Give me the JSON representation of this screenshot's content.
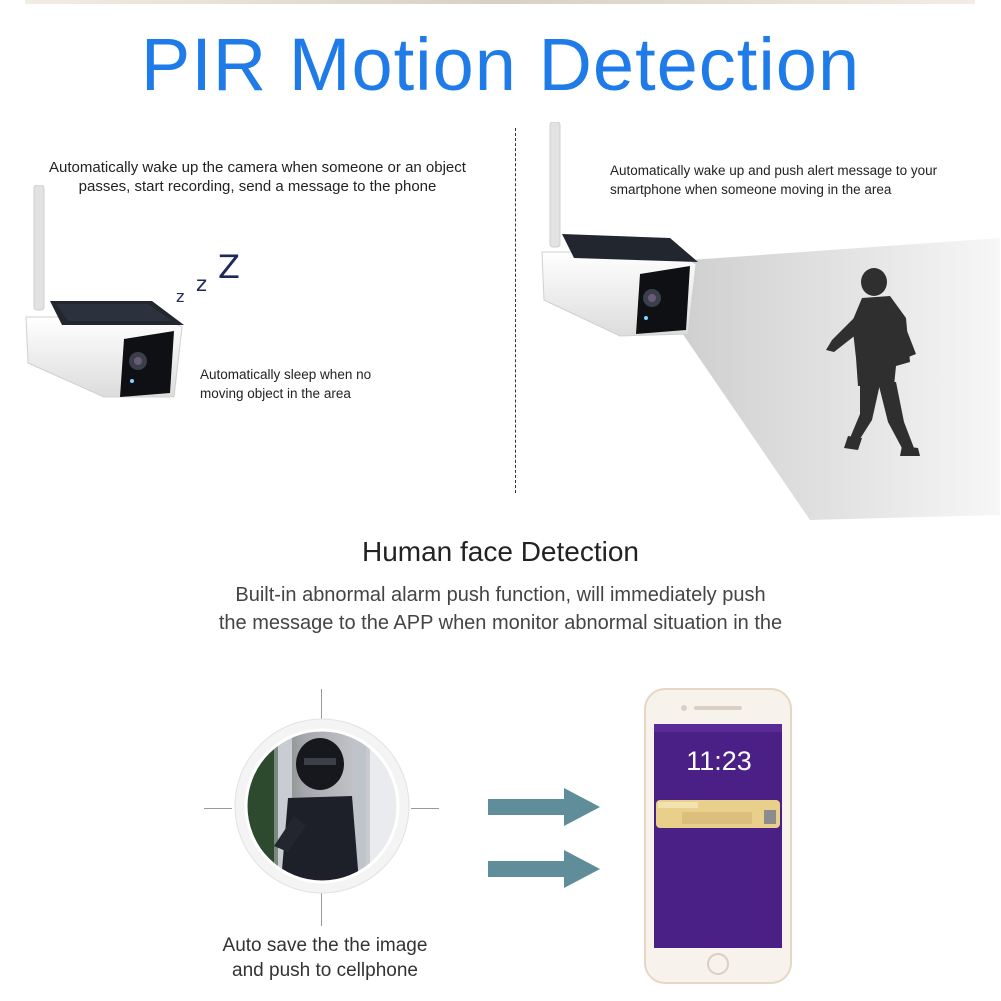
{
  "header": {
    "title": "PIR Motion Detection"
  },
  "pir": {
    "left_caption_line1": "Automatically wake up the camera when someone or an object",
    "left_caption_line2": "passes, start recording, send a message to the phone",
    "sleep_caption_line1": "Automatically sleep when no",
    "sleep_caption_line2": "moving object in the area",
    "sleep_letters": [
      "z",
      "z",
      "Z"
    ],
    "right_caption_line1": "Automatically wake up and push alert message to your",
    "right_caption_line2": "smartphone when someone moving in the area"
  },
  "face": {
    "heading": "Human face Detection",
    "desc_line1": "Built-in abnormal alarm push function, will immediately push",
    "desc_line2": "the message to the APP when monitor abnormal situation in the",
    "caption_line1": "Auto save the the image",
    "caption_line2": "and push to cellphone",
    "phone_time": "11:23"
  },
  "colors": {
    "title_blue": "#1f7be8",
    "arrow_teal": "#5f8e9a",
    "phone_screen_purple": "#4a1f86",
    "notification_gold": "#e8cf8a"
  },
  "icons": [
    "camera-icon",
    "person-silhouette-icon",
    "intruder-photo-icon",
    "arrow-right-icon",
    "smartphone-icon"
  ]
}
